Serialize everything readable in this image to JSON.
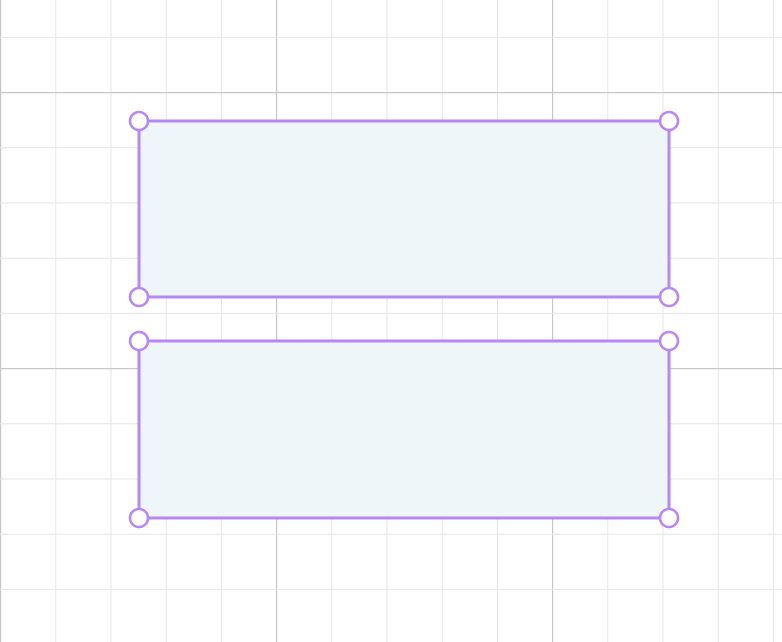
{
  "colors": {
    "background": "#ffffff",
    "grid_minor": "#e6e6e6",
    "grid_major": "#c8c8c8",
    "shape_fill": "#eef6fa",
    "shape_stroke": "#b788f5",
    "handle_stroke": "#b788f5"
  },
  "canvas": {
    "grid": "on",
    "shapes": [
      {
        "type": "rectangle",
        "name": "rectangle-1",
        "vertex_count": 4
      },
      {
        "type": "rectangle",
        "name": "rectangle-2",
        "vertex_count": 4
      }
    ]
  }
}
